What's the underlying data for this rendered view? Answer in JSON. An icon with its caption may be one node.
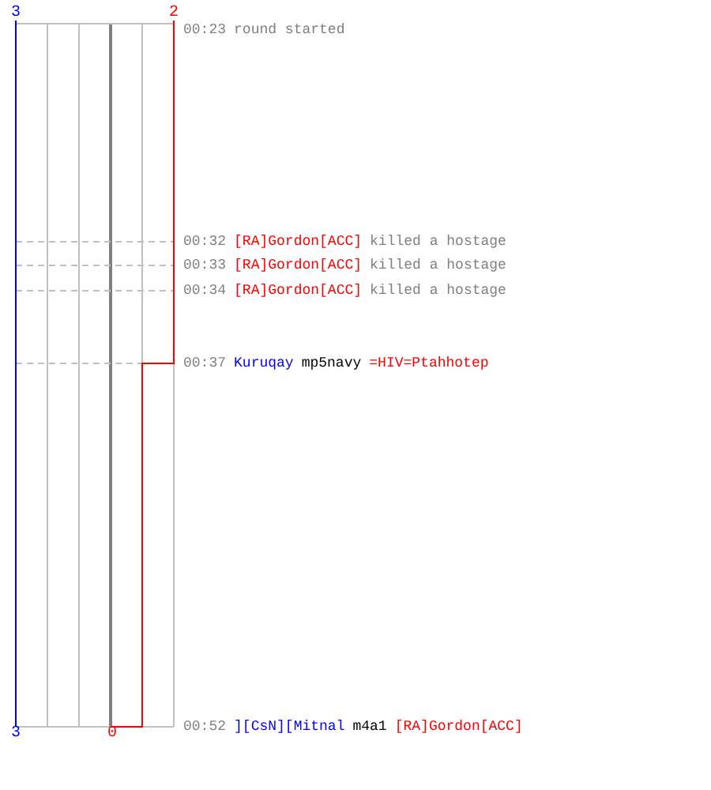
{
  "diagram": {
    "labels": [
      "3",
      "2",
      "00:23",
      "round started",
      "00:32",
      "[RA]Gordon[ACC]",
      "killed a hostage",
      "00:33",
      "[RA]Gordon[ACC]",
      "killed a hostage",
      "00:34",
      "[RA]Gordon[ACC]",
      "killed a hostage",
      "00:37",
      "Kuruqay",
      "mp5navy",
      "=HIV=Ptahhotep",
      "3",
      "0",
      "00:52",
      "][CsN][Mitnal",
      "m4a1",
      "[RA]Gordon[ACC]"
    ]
  }
}
